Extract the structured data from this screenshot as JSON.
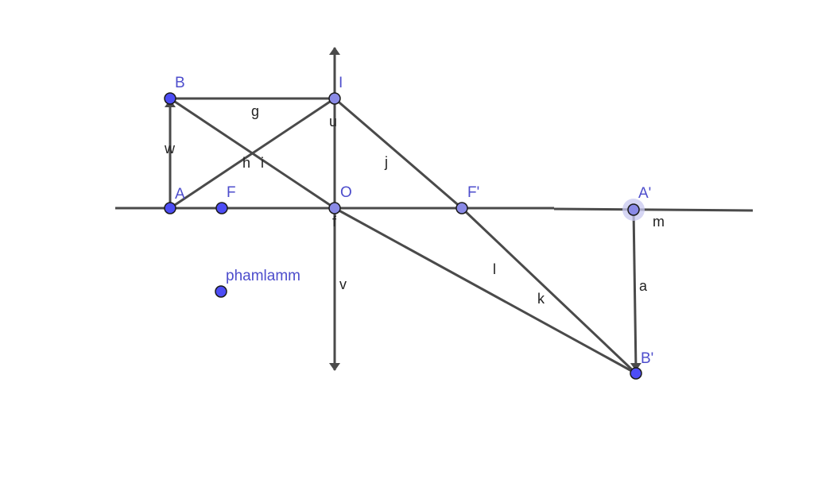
{
  "points": {
    "A": "A",
    "B": "B",
    "F": "F",
    "O": "O",
    "I": "I",
    "F_prime": "F'",
    "A_prime": "A'",
    "B_prime": "B'",
    "free_point": "phamlamm"
  },
  "segments": {
    "g": "g",
    "u": "u",
    "w": "w",
    "h": "h",
    "i": "i",
    "j": "j",
    "f": "f",
    "v": "v",
    "l": "l",
    "k": "k",
    "a": "a",
    "m": "m"
  },
  "colors": {
    "point_fill": "#4d4df5",
    "label_color": "#4d4dcc",
    "line_color": "#4a4a4a",
    "selected_halo": "#c8c8f0"
  }
}
